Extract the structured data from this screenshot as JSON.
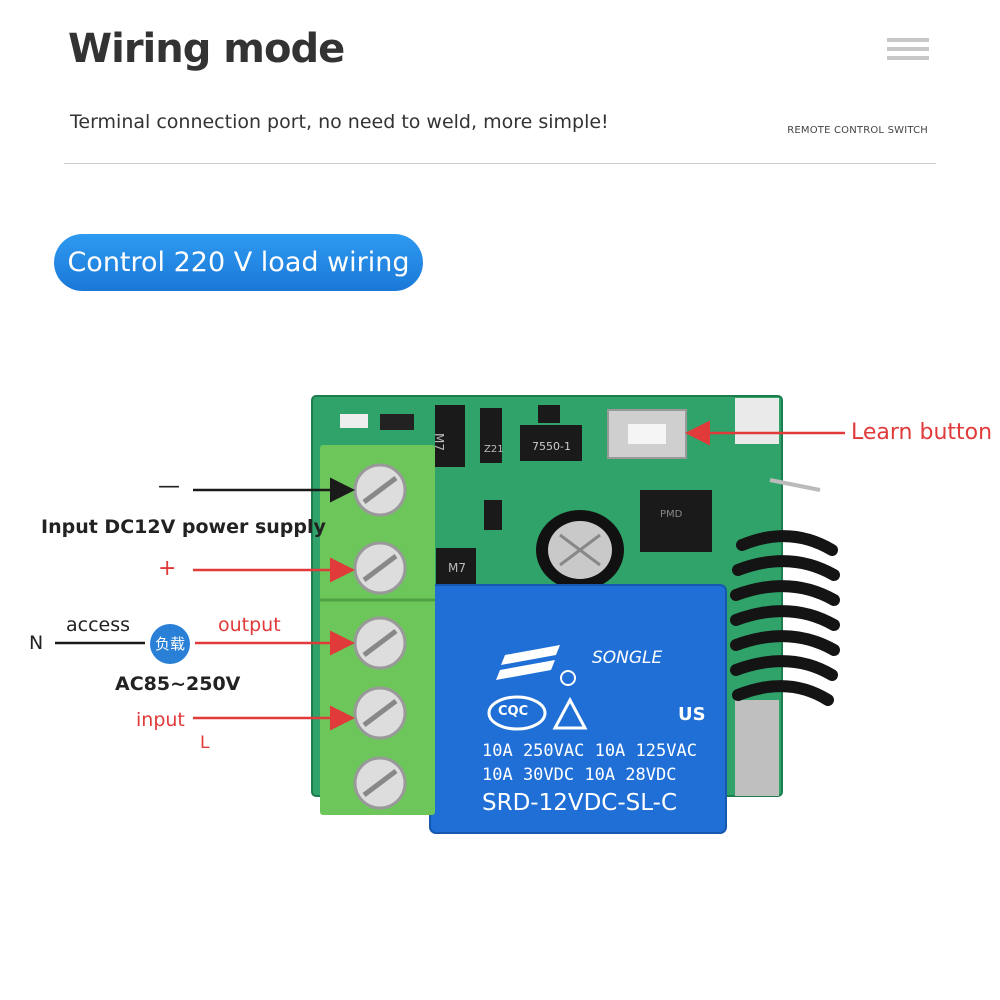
{
  "header": {
    "title": "Wiring mode",
    "subtitle": "Terminal connection port, no need to weld, more simple!",
    "tagline": "REMOTE CONTROL SWITCH"
  },
  "section_pill": "Control 220 V load wiring",
  "labels": {
    "minus": "—",
    "power_supply": "Input DC12V power supply",
    "plus": "+",
    "n": "N",
    "access": "access",
    "load": "负载",
    "output": "output",
    "voltage": "AC85~250V",
    "input": "input",
    "l": "L",
    "learn_button": "Learn button"
  },
  "board": {
    "relay_brand": "SONGLE",
    "relay_cert": "CQC",
    "relay_ul": "US",
    "relay_line1": "10A 250VAC 10A 125VAC",
    "relay_line2": "10A  30VDC 10A 28VDC",
    "relay_model": "SRD-12VDC-SL-C",
    "ic_label": "7550-1",
    "chip_label": "PMD",
    "diode1": "M7",
    "diode2": "M7",
    "transistor": "Z21"
  },
  "colors": {
    "pill_blue": "#1a78d8",
    "arrow_red": "#e03a3a",
    "terminal_green": "#6cc65a",
    "pcb_green": "#2fa36a",
    "relay_blue": "#1f6fd6"
  }
}
